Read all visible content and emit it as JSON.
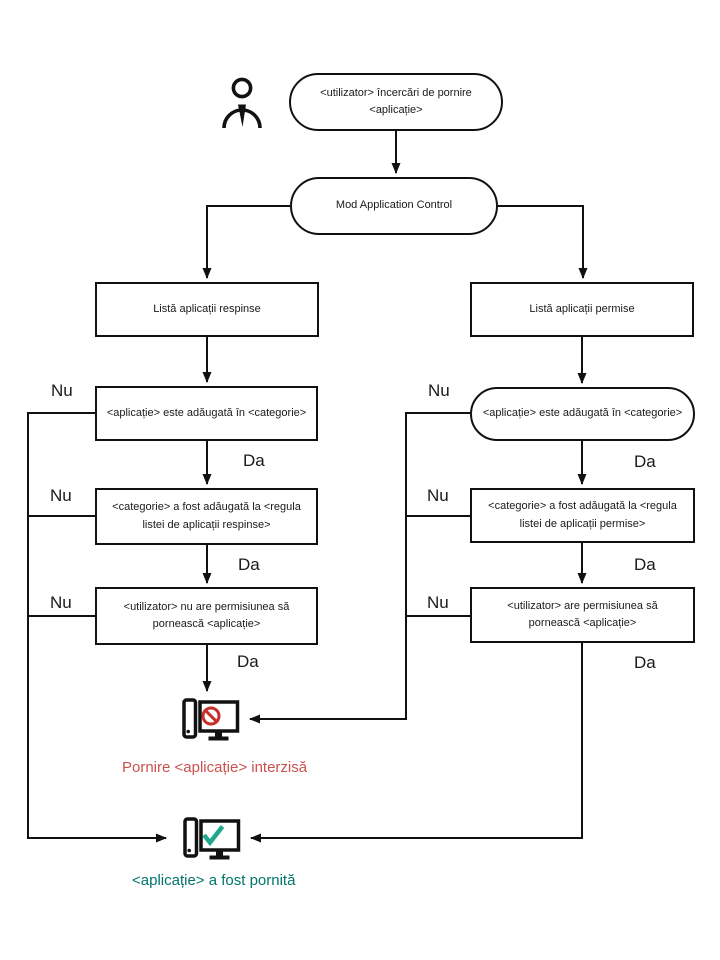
{
  "diagram": {
    "labels": {
      "no": "Nu",
      "yes": "Da"
    },
    "nodes": {
      "start": {
        "label": "<utilizator> încercări de pornire <aplicație>"
      },
      "mode": {
        "label": "Mod Application Control"
      },
      "denied_list": {
        "label": "Listă aplicații respinse"
      },
      "denied_app_in_category": {
        "label": "<aplicație> este adăugată în <categorie>"
      },
      "denied_category_in_rule": {
        "label": "<categorie> a fost adăugată la <regula listei de aplicații respinse>"
      },
      "denied_user_no_permission": {
        "label": "<utilizator> nu are permisiunea să pornească <aplicație>"
      },
      "allowed_list": {
        "label": "Listă aplicații permise"
      },
      "allowed_app_in_category": {
        "label": "<aplicație> este adăugată în <categorie>"
      },
      "allowed_category_in_rule": {
        "label": "<categorie> a fost adăugată la <regula listei de aplicații permise>"
      },
      "allowed_user_permission": {
        "label": "<utilizator> are permisiunea să pornească <aplicație>"
      }
    },
    "outcomes": {
      "blocked": {
        "label": "Pornire <aplicație> interzisă",
        "color": "#ca524e"
      },
      "started": {
        "label": "<aplicație> a fost pornită",
        "color": "#00746b"
      }
    },
    "icons": {
      "user": "user-icon",
      "blocked_computer": "computer-blocked-icon",
      "started_computer": "computer-check-icon"
    },
    "colors": {
      "line": "#111111",
      "prohibition_red": "#c62f2a",
      "check_teal": "#1fa68c"
    }
  }
}
